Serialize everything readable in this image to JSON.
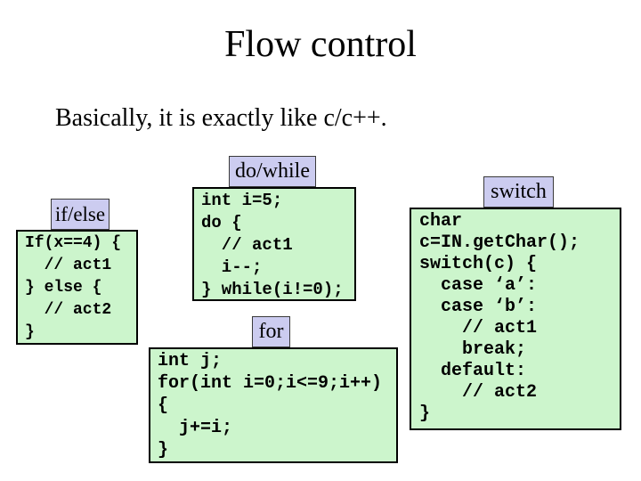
{
  "slide": {
    "title": "Flow control",
    "subtitle": "Basically, it is exactly like c/c++.",
    "blocks": [
      {
        "id": "if-else",
        "label": "if/else",
        "code": [
          "If(x==4) {",
          "  // act1",
          "} else {",
          "  // act2",
          "}"
        ]
      },
      {
        "id": "do-while",
        "label": "do/while",
        "code": [
          "int i=5;",
          "do {",
          "  // act1",
          "  i--;",
          "} while(i!=0);"
        ]
      },
      {
        "id": "for",
        "label": "for",
        "code": [
          "int j;",
          "for(int i=0;i<=9;i++)",
          "{",
          "  j+=i;",
          "}"
        ]
      },
      {
        "id": "switch",
        "label": "switch",
        "code": [
          "char",
          "c=IN.getChar();",
          "switch(c) {",
          "  case ‘a’:",
          "  case ‘b’:",
          "    // act1",
          "    break;",
          "  default:",
          "    // act2",
          "}"
        ]
      }
    ]
  },
  "colors": {
    "slide_bg": "#ffffff",
    "text": "#000000",
    "label_bg": "#ccccf0",
    "label_border": "#3a3a3a",
    "code_bg": "#ccf5cc",
    "code_border": "#000000"
  }
}
